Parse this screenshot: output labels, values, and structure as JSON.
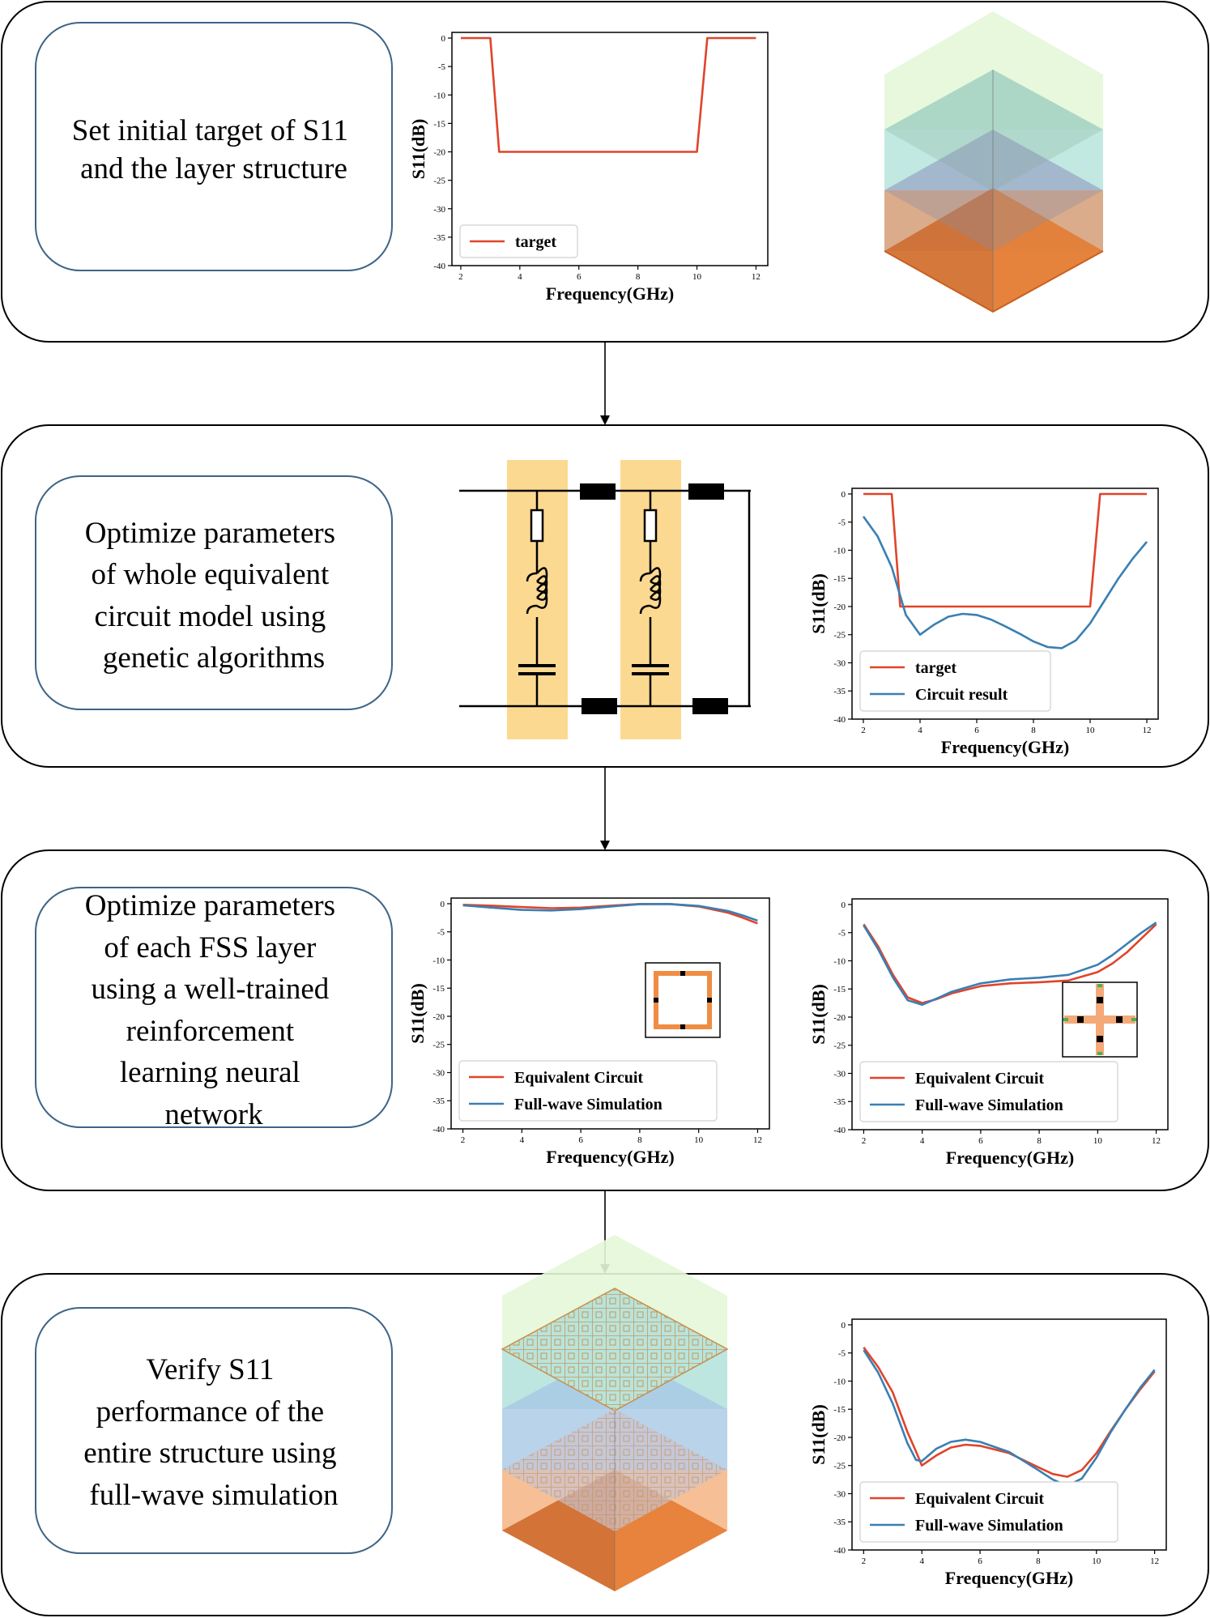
{
  "steps": [
    {
      "text_lines": [
        "Set initial target of S11",
        "and the layer structure"
      ],
      "charts": [
        0
      ],
      "visual": "layer-stack-blank"
    },
    {
      "text_lines": [
        "Optimize parameters",
        "of whole equivalent",
        "circuit model using",
        "genetic algorithms"
      ],
      "charts": [
        1
      ],
      "visual": "equivalent-circuit"
    },
    {
      "text_lines": [
        "Optimize parameters",
        "of each FSS layer",
        "using a well-trained",
        "reinforcement",
        "learning neural",
        "network"
      ],
      "charts": [
        2,
        3
      ],
      "visual": "unit-cell-insets"
    },
    {
      "text_lines": [
        "Verify S11",
        "performance of the",
        "entire structure using",
        "full-wave simulation"
      ],
      "charts": [
        4
      ],
      "visual": "layer-stack-fss"
    }
  ],
  "colors": {
    "target": "#e0442a",
    "circuit_result": "#3a7fb3",
    "equivalent_circuit": "#e0442a",
    "full_wave": "#3a7fb3",
    "highlight": "#fcd991",
    "stack_top": "#e4f7d8",
    "stack_mid1": "#aee0d8",
    "stack_mid2": "#a8c8e6",
    "stack_bottom": "#f08a3e",
    "frame": "#000000",
    "textbox_border": "#3e6487"
  },
  "chart_data": [
    {
      "type": "line",
      "xlabel": "Frequency(GHz)",
      "ylabel": "S11(dB)",
      "xlim": [
        1.7,
        12.4
      ],
      "ylim": [
        -40,
        1
      ],
      "xticks": [
        2,
        4,
        6,
        8,
        10,
        12
      ],
      "yticks": [
        0,
        -5,
        -10,
        -15,
        -20,
        -25,
        -30,
        -35,
        -40
      ],
      "legend_position": "lower-left",
      "series": [
        {
          "name": "target",
          "x": [
            2,
            3,
            3.3,
            10,
            10.35,
            12
          ],
          "y": [
            0,
            0,
            -20,
            -20,
            0,
            0
          ]
        }
      ]
    },
    {
      "type": "line",
      "xlabel": "Frequency(GHz)",
      "ylabel": "S11(dB)",
      "xlim": [
        1.6,
        12.4
      ],
      "ylim": [
        -40,
        1
      ],
      "xticks": [
        2,
        4,
        6,
        8,
        10,
        12
      ],
      "yticks": [
        0,
        -5,
        -10,
        -15,
        -20,
        -25,
        -30,
        -35,
        -40
      ],
      "legend_position": "lower-left",
      "series": [
        {
          "name": "target",
          "x": [
            2,
            3,
            3.3,
            10,
            10.35,
            12
          ],
          "y": [
            0,
            0,
            -20,
            -20,
            0,
            0
          ]
        },
        {
          "name": "Circuit result",
          "x": [
            2,
            2.5,
            3,
            3.5,
            4,
            4.5,
            5,
            5.5,
            6,
            6.5,
            7,
            7.5,
            8,
            8.5,
            9,
            9.5,
            10,
            10.5,
            11,
            11.5,
            12
          ],
          "y": [
            -4,
            -7.5,
            -13,
            -21.5,
            -25,
            -23.2,
            -21.8,
            -21.3,
            -21.5,
            -22.3,
            -23.5,
            -24.8,
            -26.2,
            -27.2,
            -27.4,
            -26,
            -23,
            -19,
            -15,
            -11.5,
            -8.5
          ]
        }
      ]
    },
    {
      "type": "line",
      "xlabel": "Frequency(GHz)",
      "ylabel": "S11(dB)",
      "xlim": [
        1.6,
        12.4
      ],
      "ylim": [
        -40,
        1
      ],
      "xticks": [
        2,
        4,
        6,
        8,
        10,
        12
      ],
      "yticks": [
        0,
        -5,
        -10,
        -15,
        -20,
        -25,
        -30,
        -35,
        -40
      ],
      "legend_position": "lower-left",
      "inset": "square-ring",
      "series": [
        {
          "name": "Equivalent Circuit",
          "x": [
            2,
            3,
            4,
            5,
            6,
            7,
            8,
            9,
            10,
            11,
            11.5,
            12
          ],
          "y": [
            -0.2,
            -0.35,
            -0.6,
            -0.8,
            -0.7,
            -0.35,
            -0.05,
            -0.05,
            -0.5,
            -1.6,
            -2.5,
            -3.5
          ]
        },
        {
          "name": "Full-wave Simulation",
          "x": [
            2,
            3,
            4,
            5,
            6,
            7,
            8,
            9,
            10,
            11,
            11.5,
            12
          ],
          "y": [
            -0.3,
            -0.7,
            -1.1,
            -1.2,
            -0.95,
            -0.5,
            -0.1,
            -0.05,
            -0.4,
            -1.3,
            -2.1,
            -3
          ]
        }
      ]
    },
    {
      "type": "line",
      "xlabel": "Frequency(GHz)",
      "ylabel": "S11(dB)",
      "xlim": [
        1.6,
        12.4
      ],
      "ylim": [
        -40,
        1
      ],
      "xticks": [
        2,
        4,
        6,
        8,
        10,
        12
      ],
      "yticks": [
        0,
        -5,
        -10,
        -15,
        -20,
        -25,
        -30,
        -35,
        -40
      ],
      "legend_position": "lower-left",
      "inset": "cross",
      "series": [
        {
          "name": "Equivalent Circuit",
          "x": [
            2,
            2.5,
            3,
            3.5,
            4,
            4.5,
            5,
            6,
            7,
            8,
            9,
            10,
            10.5,
            11,
            11.5,
            12
          ],
          "y": [
            -3.5,
            -7.5,
            -12.5,
            -16.5,
            -17.5,
            -16.8,
            -15.8,
            -14.5,
            -14,
            -13.8,
            -13.5,
            -12,
            -10.5,
            -8.5,
            -6,
            -3.5
          ]
        },
        {
          "name": "Full-wave Simulation",
          "x": [
            2,
            2.5,
            3,
            3.5,
            4,
            4.5,
            5,
            6,
            7,
            8,
            9,
            10,
            10.5,
            11,
            11.5,
            12
          ],
          "y": [
            -3.7,
            -8,
            -13,
            -17,
            -17.8,
            -16.7,
            -15.5,
            -14,
            -13.3,
            -13,
            -12.5,
            -10.7,
            -9,
            -7,
            -5,
            -3.2
          ]
        }
      ]
    },
    {
      "type": "line",
      "xlabel": "Frequency(GHz)",
      "ylabel": "S11(dB)",
      "xlim": [
        1.6,
        12.4
      ],
      "ylim": [
        -40,
        1
      ],
      "xticks": [
        2,
        4,
        6,
        8,
        10,
        12
      ],
      "yticks": [
        0,
        -5,
        -10,
        -15,
        -20,
        -25,
        -30,
        -35,
        -40
      ],
      "legend_position": "lower-left",
      "series": [
        {
          "name": "Equivalent Circuit",
          "x": [
            2,
            2.5,
            3,
            3.5,
            3.8,
            4,
            4.5,
            5,
            5.5,
            6,
            7,
            8,
            8.5,
            9,
            9.5,
            10,
            10.5,
            11,
            11.5,
            12
          ],
          "y": [
            -4,
            -7.5,
            -12,
            -19,
            -22.5,
            -25,
            -23.2,
            -21.8,
            -21.3,
            -21.5,
            -22.8,
            -25.3,
            -26.5,
            -27,
            -25.8,
            -22.8,
            -18.8,
            -15,
            -11.5,
            -8.3
          ]
        },
        {
          "name": "Full-wave Simulation",
          "x": [
            2,
            2.5,
            3,
            3.5,
            3.8,
            4,
            4.5,
            5,
            5.5,
            6,
            7,
            8,
            8.5,
            9,
            9.5,
            10,
            10.5,
            11,
            11.5,
            12
          ],
          "y": [
            -4.5,
            -8.5,
            -14,
            -21,
            -24,
            -24.2,
            -22,
            -20.8,
            -20.4,
            -20.8,
            -22.6,
            -25.8,
            -27.5,
            -28.6,
            -27.3,
            -23.6,
            -19,
            -15,
            -11.2,
            -8
          ]
        }
      ]
    }
  ]
}
